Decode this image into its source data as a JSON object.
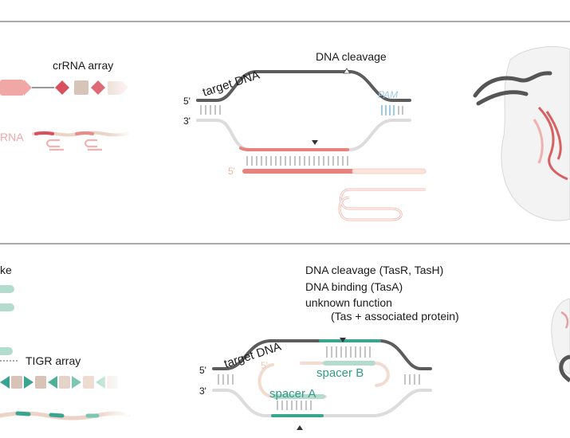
{
  "top_panel": {
    "crrna_array_label": "crRNA array",
    "rna_fragment_label": "RNA",
    "target_dna_label": "target DNA",
    "dna_cleavage_label": "DNA cleavage",
    "pam_label": "PAM",
    "five_prime": "5'",
    "three_prime": "3'",
    "guide_five_prime": "5'"
  },
  "bottom_panel": {
    "partial_label": "ke",
    "tigr_array_label": "TIGR array",
    "legend": [
      "DNA cleavage (TasR, TasH)",
      "DNA binding (TasA)",
      "unknown function",
      "(Tas + associated protein)"
    ],
    "target_dna_label": "target DNA",
    "five_prime": "5'",
    "three_prime": "3'",
    "guide_five_prime": "5'",
    "spacer_a_label": "spacer A",
    "spacer_b_label": "spacer B"
  },
  "colors": {
    "dna_dark": "#5c5c5c",
    "dna_light": "#dcdcdc",
    "crispr_red": "#e8827f",
    "crispr_red_light": "#f5c9c2",
    "pam_blue": "#9fcbe6",
    "tigr_teal": "#3aa58f",
    "tigr_teal_light": "#b3dccf",
    "guide_beige": "#ecd3c6"
  }
}
